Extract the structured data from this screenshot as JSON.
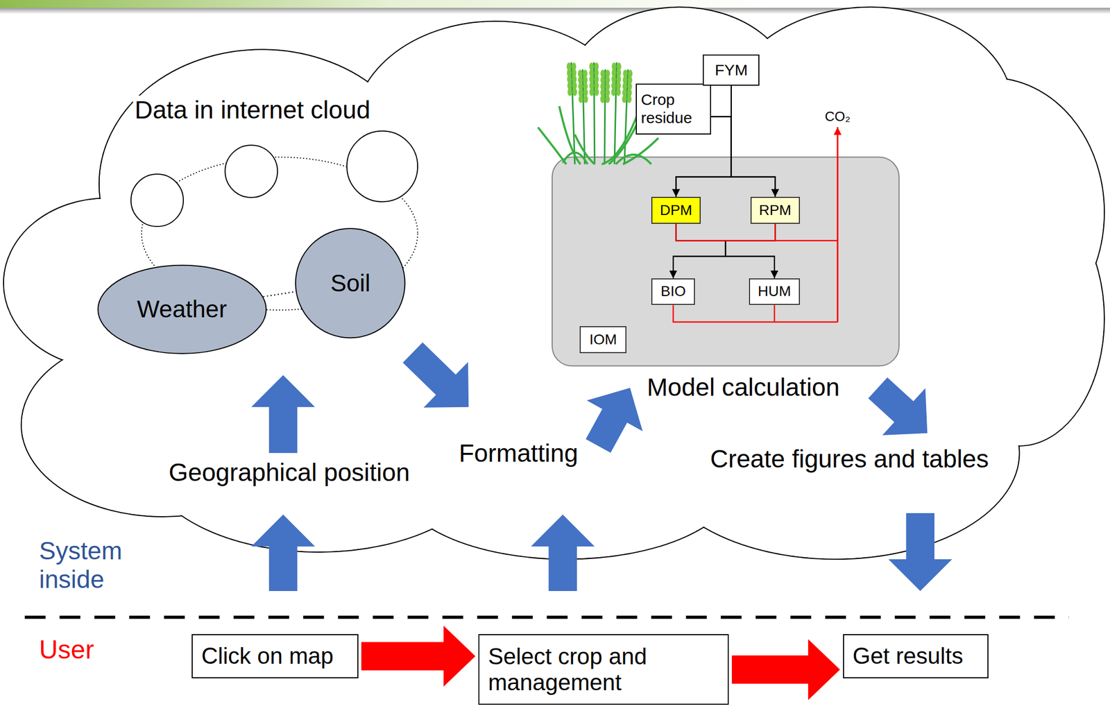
{
  "diagram": {
    "nodes": [
      {
        "text": [
          "Weather"
        ]
      },
      {
        "text": [
          "Soil"
        ]
      },
      {
        "text": [
          "Crop residue"
        ]
      },
      {
        "text": [
          "FYM"
        ]
      },
      {
        "text": [
          "Model calculation"
        ]
      },
      {
        "text": [
          "DPM"
        ],
        "in": 4
      },
      {
        "text": [
          "RPM"
        ],
        "in": 4
      },
      {
        "text": [
          "BIO"
        ],
        "in": 4
      },
      {
        "text": [
          "HUM"
        ],
        "in": 4
      },
      {
        "text": [
          "IOM"
        ],
        "in": 4
      },
      {
        "text": [
          "Click on map"
        ]
      },
      {
        "text": [
          "Select crop and management"
        ]
      },
      {
        "text": [
          "Get results"
        ]
      }
    ],
    "edges": [
      {
        "from": 0,
        "to": 1,
        "arrow": "none"
      },
      {
        "from": 2,
        "to": 5,
        "arrow": "to"
      },
      {
        "from": 2,
        "to": 6,
        "arrow": "to"
      },
      {
        "from": 3,
        "to": 5,
        "arrow": "to"
      },
      {
        "from": 3,
        "to": 6,
        "arrow": "to"
      },
      {
        "from": 5,
        "to": 7,
        "arrow": "to"
      },
      {
        "from": 5,
        "to": 8,
        "arrow": "to"
      },
      {
        "from": 6,
        "to": 7,
        "arrow": "to"
      },
      {
        "from": 6,
        "to": 8,
        "arrow": "to"
      },
      {
        "from": 10,
        "to": 11,
        "arrow": "to"
      },
      {
        "from": 11,
        "to": 12,
        "arrow": "to"
      }
    ],
    "labels": [
      "Data in internet cloud",
      "Geographical position",
      "Formatting",
      "CO₂",
      "Create figures and tables",
      "System inside",
      "User"
    ]
  }
}
